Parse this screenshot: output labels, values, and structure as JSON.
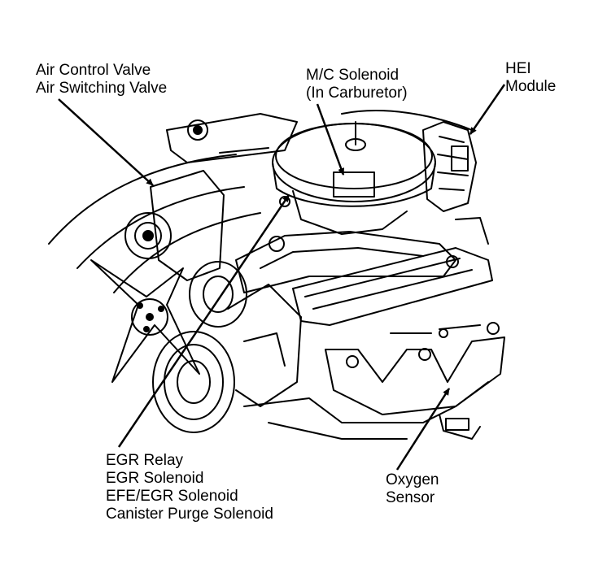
{
  "labels": {
    "air_valve": [
      "Air Control Valve",
      "Air Switching Valve"
    ],
    "mc_solenoid": [
      "M/C Solenoid",
      "(In Carburetor)"
    ],
    "hei_module": [
      "HEI",
      "Module"
    ],
    "egr_group": [
      "EGR Relay",
      "EGR Solenoid",
      "EFE/EGR Solenoid",
      "Canister Purge Solenoid"
    ],
    "oxygen_sensor": [
      "Oxygen",
      "Sensor"
    ]
  }
}
